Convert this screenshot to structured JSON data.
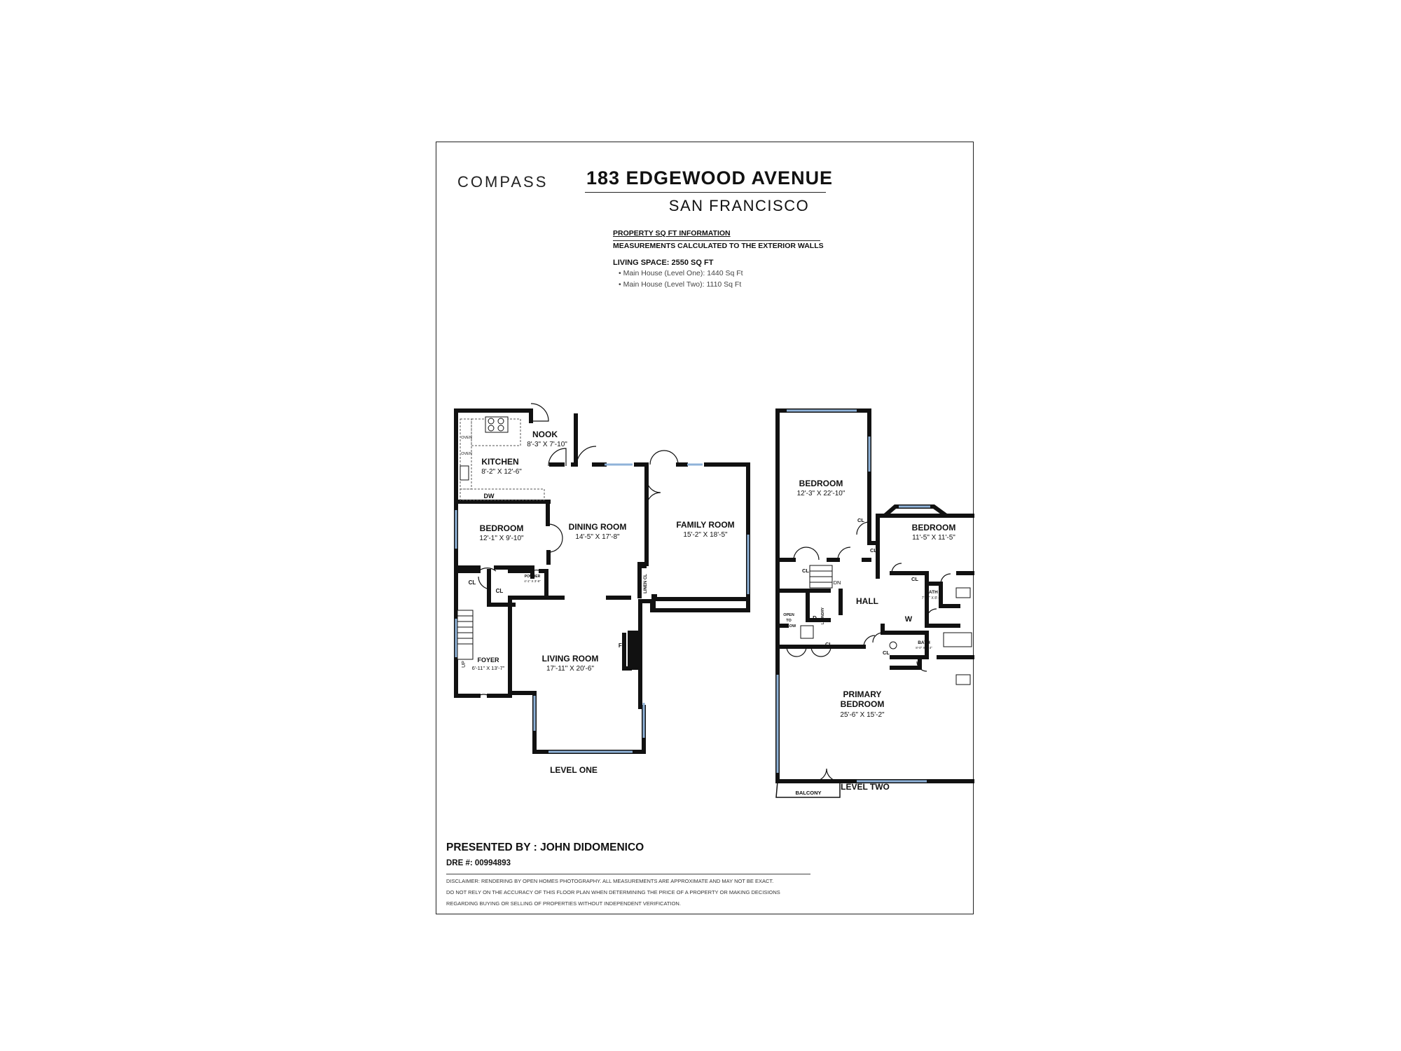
{
  "brand": "COMPASS",
  "address": "183 EDGEWOOD AVENUE",
  "city": "SAN FRANCISCO",
  "info": {
    "title": "PROPERTY SQ FT INFORMATION",
    "note": "MEASUREMENTS CALCULATED TO THE EXTERIOR WALLS",
    "living": "LIVING SPACE: 2550 SQ FT",
    "bullets": [
      "•  Main House (Level One):  1440 Sq Ft",
      "•  Main House (Level Two):  1110 Sq Ft"
    ]
  },
  "level_one": {
    "label": "LEVEL ONE",
    "rooms": {
      "nook": {
        "name": "NOOK",
        "dims": "8'-3\" X 7'-10\""
      },
      "kitchen": {
        "name": "KITCHEN",
        "dims": "8'-2\" X 12'-6\""
      },
      "bedroom": {
        "name": "BEDROOM",
        "dims": "12'-1\" X 9'-10\""
      },
      "dining": {
        "name": "DINING ROOM",
        "dims": "14'-5\" X 17'-8\""
      },
      "family": {
        "name": "FAMILY ROOM",
        "dims": "15'-2\" X 18'-5\""
      },
      "living": {
        "name": "LIVING ROOM",
        "dims": "17'-11\" X 20'-6\""
      },
      "foyer": {
        "name": "FOYER",
        "dims": "6'-11\" X 13'-7\""
      }
    },
    "small": {
      "oven1": "OVEN",
      "oven2": "OVEN",
      "dw": "DW",
      "cl1": "CL",
      "cl2": "CL",
      "powder": "POWDER",
      "powder_dims": "4'-1\" X 3'-9\"",
      "linen": "LINEN CL",
      "fp": "FP",
      "up": "UP"
    }
  },
  "level_two": {
    "label": "LEVEL TWO",
    "rooms": {
      "bedroom_a": {
        "name": "BEDROOM",
        "dims": "12'-3\" X 22'-10\""
      },
      "bedroom_b": {
        "name": "BEDROOM",
        "dims": "11'-5\" X 11'-5\""
      },
      "hall": {
        "name": "HALL"
      },
      "primary": {
        "name1": "PRIMARY",
        "name2": "BEDROOM",
        "dims": "25'-6\" X 15'-2\""
      }
    },
    "small": {
      "cl1": "CL",
      "cl2": "CL",
      "cl3": "CL",
      "cl4": "CL",
      "cl5": "CL",
      "cl6": "CL",
      "dn": "DN",
      "d": "D",
      "w": "W",
      "laundry": "LAUNDRY",
      "open1": "OPEN",
      "open2": "TO",
      "open3": "BELOW",
      "bath1": "BATH",
      "bath1_dims": "7'-11\" X 8'-1\"",
      "bath2": "BATH",
      "bath2_dims": "8'-0\" X 5'-3\"",
      "balcony": "BALCONY"
    }
  },
  "presented_by": "PRESENTED BY : JOHN DIDOMENICO",
  "dre": "DRE #: 00994893",
  "disclaimer": [
    "DISCLAIMER: RENDERING BY OPEN HOMES PHOTOGRAPHY. ALL MEASUREMENTS ARE APPROXIMATE AND MAY NOT BE EXACT.",
    "DO NOT RELY ON THE ACCURACY OF THIS FLOOR PLAN WHEN DETERMINING THE PRICE OF A PROPERTY OR MAKING DECISIONS",
    "REGARDING BUYING OR SELLING OF PROPERTIES WITHOUT INDEPENDENT VERIFICATION."
  ]
}
